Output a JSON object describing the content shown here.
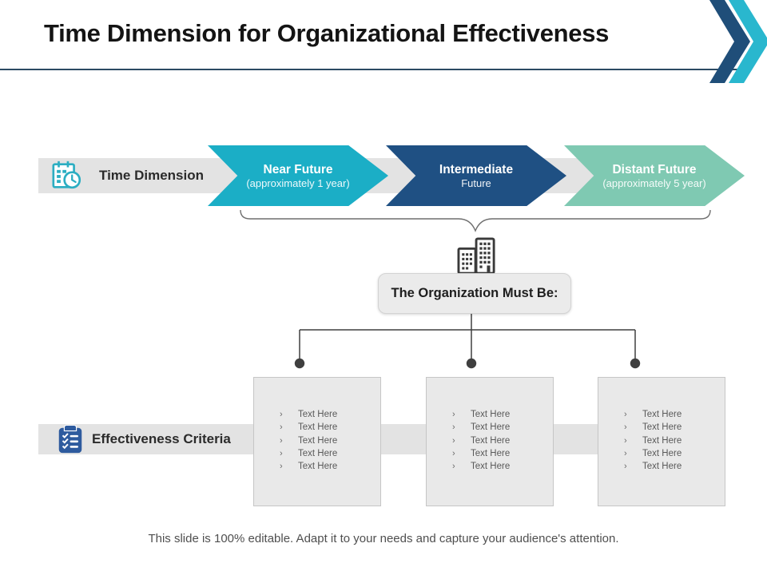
{
  "title": "Time Dimension for Organizational Effectiveness",
  "footer": "This slide is 100% editable. Adapt it to your needs and capture your audience's attention.",
  "time_dimension": {
    "label": "Time Dimension",
    "icon": "calendar-clock-icon",
    "stages": [
      {
        "title": "Near Future",
        "subtitle": "(approximately  1 year)",
        "color": "#1BAEC6"
      },
      {
        "title": "Intermediate",
        "subtitle": "Future",
        "color": "#1F5083"
      },
      {
        "title": "Distant Future",
        "subtitle": "(approximately 5 year)",
        "color": "#7FC9B2"
      }
    ]
  },
  "organization": {
    "label": "The Organization Must Be:",
    "icon": "building-icon"
  },
  "effectiveness": {
    "label": "Effectiveness Criteria",
    "icon": "clipboard-checklist-icon",
    "bullet_char": "›",
    "columns": [
      {
        "items": [
          "Text Here",
          "Text Here",
          "Text Here",
          "Text Here",
          "Text Here"
        ]
      },
      {
        "items": [
          "Text Here",
          "Text Here",
          "Text Here",
          "Text Here",
          "Text Here"
        ]
      },
      {
        "items": [
          "Text Here",
          "Text Here",
          "Text Here",
          "Text Here",
          "Text Here"
        ]
      }
    ]
  },
  "colors": {
    "stage_near_future": "#1BAEC6",
    "stage_intermediate": "#1F5083",
    "stage_distant_future": "#7FC9B2",
    "header_chevron_blue": "#1F4E79",
    "header_chevron_cyan": "#29B7CE",
    "band_gray": "#E3E3E3",
    "box_gray": "#E9E9E9",
    "icon_teal": "#2CAEC2",
    "icon_blue": "#2E5B9E",
    "connector_dark": "#3F3F3F"
  }
}
